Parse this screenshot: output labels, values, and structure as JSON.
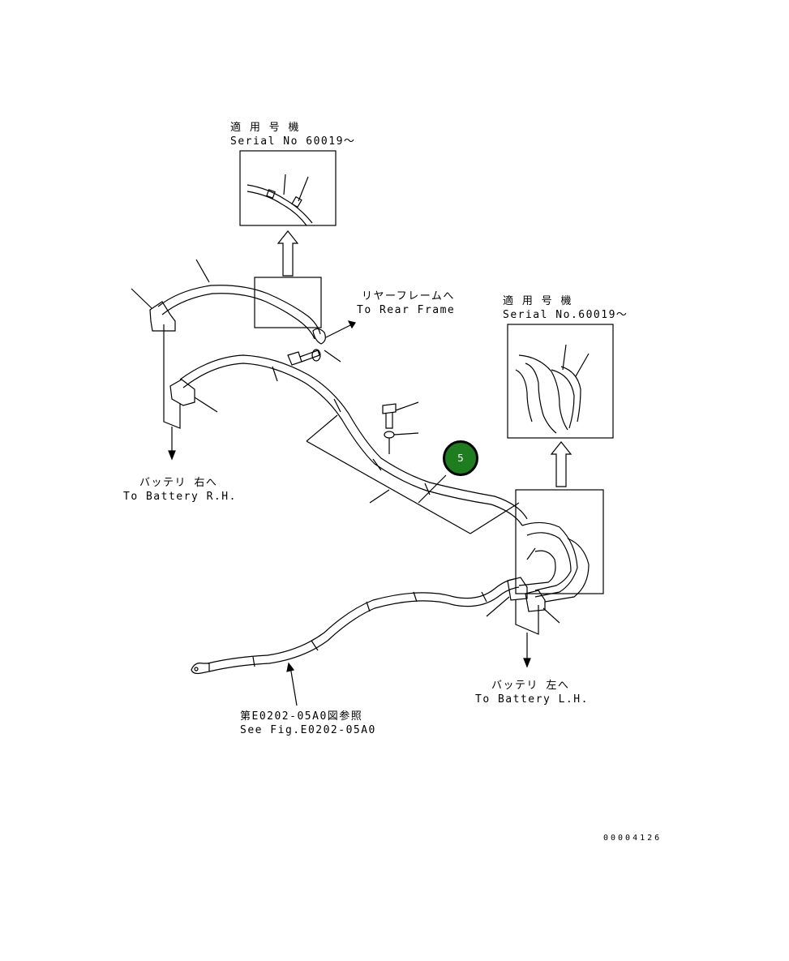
{
  "inset_left": {
    "line1": "適 用 号 機",
    "line2": "Serial No 60019〜"
  },
  "inset_right": {
    "line1": "適 用 号 機",
    "line2": "Serial No.60019〜"
  },
  "rear_frame": {
    "jp": "リヤーフレームへ",
    "en": "To Rear Frame"
  },
  "battery_rh": {
    "jp": "バッテリ 右へ",
    "en": "To Battery R.H."
  },
  "battery_lh": {
    "jp": "バッテリ 左へ",
    "en": "To Battery L.H."
  },
  "see_fig": {
    "jp": "第E0202-05A0図参照",
    "en": "See Fig.E0202-05A0"
  },
  "callout": {
    "number": "5",
    "color": "#1e7d1e"
  },
  "drawing_number": "00004126"
}
